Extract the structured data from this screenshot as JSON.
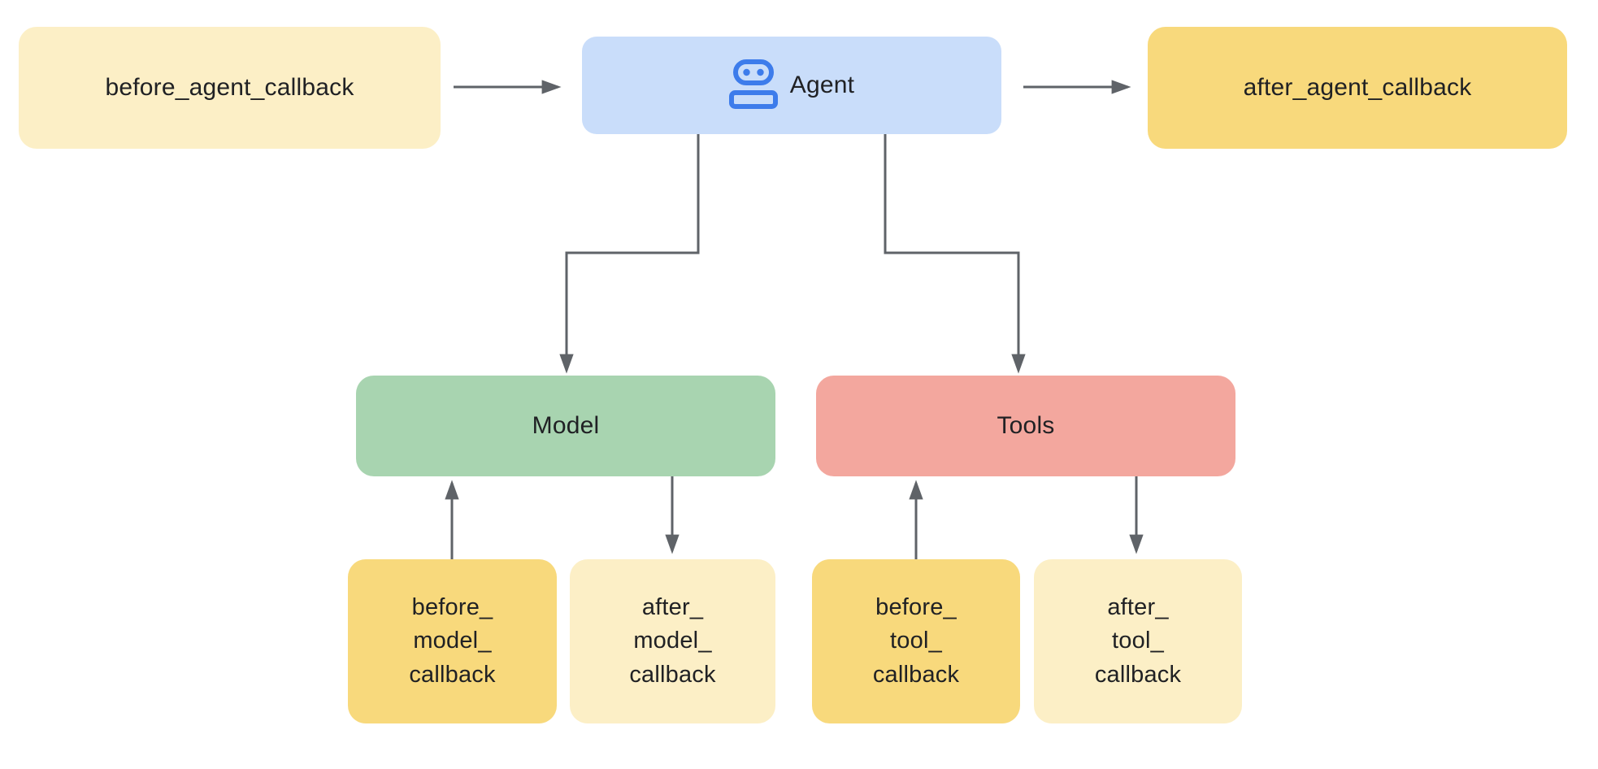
{
  "colors": {
    "background": "#FFFFFF",
    "light_yellow": "#FCEFC6",
    "dark_yellow": "#F8D97C",
    "agent_blue": "#C9DDFA",
    "icon_blue": "#3D7CEB",
    "model_green": "#A8D4B0",
    "tools_red": "#F3A79E",
    "arrow_gray": "#5F6368",
    "text": "#202124"
  },
  "nodes": {
    "before_agent": {
      "label": "before_agent_callback"
    },
    "agent": {
      "label": "Agent",
      "icon": "robot-icon"
    },
    "after_agent": {
      "label": "after_agent_callback"
    },
    "model": {
      "label": "Model"
    },
    "tools": {
      "label": "Tools"
    },
    "before_model": {
      "label": "before_\nmodel_\ncallback"
    },
    "after_model": {
      "label": "after_\nmodel_\ncallback"
    },
    "before_tool": {
      "label": "before_\ntool_\ncallback"
    },
    "after_tool": {
      "label": "after_\ntool_\ncallback"
    }
  },
  "edges": [
    {
      "from": "before_agent_callback",
      "to": "Agent"
    },
    {
      "from": "Agent",
      "to": "after_agent_callback"
    },
    {
      "from": "Agent",
      "to": "Model"
    },
    {
      "from": "Agent",
      "to": "Tools"
    },
    {
      "from": "before_model_callback",
      "to": "Model"
    },
    {
      "from": "Model",
      "to": "after_model_callback"
    },
    {
      "from": "before_tool_callback",
      "to": "Tools"
    },
    {
      "from": "Tools",
      "to": "after_tool_callback"
    }
  ]
}
